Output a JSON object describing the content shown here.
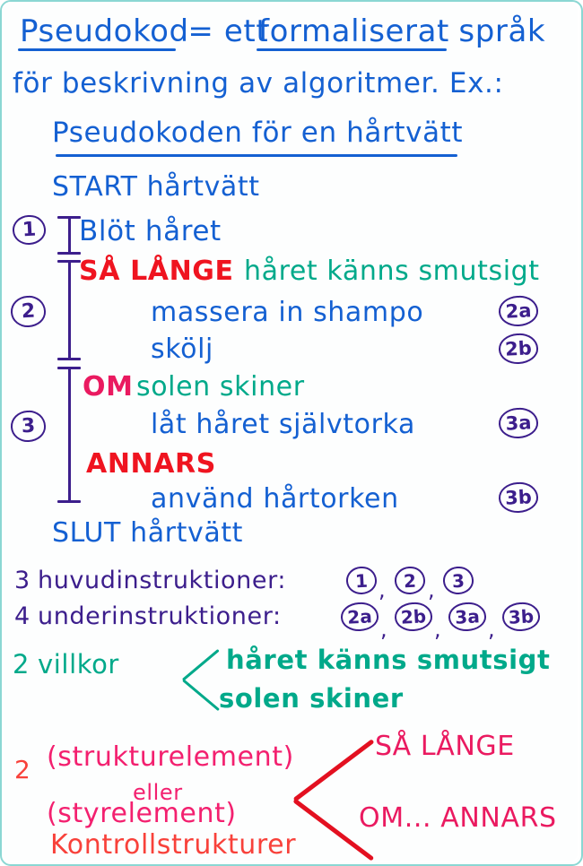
{
  "meta": {
    "language": "sv",
    "medium": "handwritten whiteboard photo",
    "colors": {
      "blue": "#1460d2",
      "red": "#ef1420",
      "pink": "#ea1a60",
      "magenta": "#f3206f",
      "orange": "#f8413a",
      "teal": "#00a98a",
      "purple": "#3c1e8c",
      "background": "#fdfefe"
    }
  },
  "intro": {
    "line1_a": "Pseudokod",
    "line1_b": " = ett ",
    "line1_c": "formaliserat",
    "line1_d": " språk",
    "line2": "för beskrivning av algoritmer. Ex.:",
    "line3": "Pseudokoden för en hårtvätt"
  },
  "pseudocode": {
    "start": "START hårtvätt",
    "end": "SLUT hårtvätt",
    "steps": [
      {
        "marker": "1",
        "keyword": "",
        "text": "Blöt håret",
        "sub_label": ""
      },
      {
        "marker": "2",
        "keyword": "SÅ LÅNGE",
        "condition": "håret känns smutsigt",
        "children": [
          {
            "text": "massera in shampo",
            "sub_label": "2a"
          },
          {
            "text": "skölj",
            "sub_label": "2b"
          }
        ]
      },
      {
        "marker": "3",
        "keyword": "OM",
        "condition": "solen skiner",
        "else_keyword": "ANNARS",
        "children": [
          {
            "text": "låt håret självtorka",
            "sub_label": "3a"
          },
          {
            "text": "använd hårtorken",
            "sub_label": "3b"
          }
        ]
      }
    ]
  },
  "summary": {
    "main_count": "3",
    "main_label": "huvudinstruktioner:",
    "main_items": [
      "1",
      "2",
      "3"
    ],
    "sub_count": "4",
    "sub_label": "underinstruktioner:",
    "sub_items": [
      "2a",
      "2b",
      "3a",
      "3b"
    ],
    "cond_count": "2",
    "cond_label": "villkor",
    "cond_items": [
      "håret känns smutsigt",
      "solen skiner"
    ],
    "comma": ",",
    "slash": ","
  },
  "structures": {
    "count": "2",
    "term1": "(strukturelement)",
    "conjunction": "eller",
    "term2": "(styrelement)",
    "term3": "Kontrollstrukturer",
    "examples": [
      "SÅ LÅNGE",
      "OM... ANNARS"
    ]
  }
}
